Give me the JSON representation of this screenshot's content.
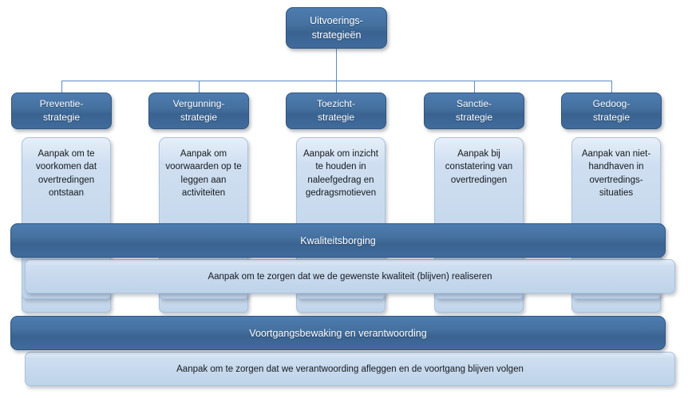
{
  "diagram": {
    "title": "Uitvoerings-strategieën",
    "root": {
      "label": "Uitvoerings-\nstrategieën"
    },
    "columns": [
      {
        "head": "Preventie-\nstrategie",
        "body": "Aanpak om te voorkomen dat overtredingen ontstaan"
      },
      {
        "head": "Vergunning-\nstrategie",
        "body": "Aanpak om voorwaarden op te leggen aan activiteiten"
      },
      {
        "head": "Toezicht-\nstrategie",
        "body": "Aanpak om inzicht te houden in naleefgedrag en gedragsmotieven"
      },
      {
        "head": "Sanctie-\nstrategie",
        "body": "Aanpak bij constatering van overtredingen"
      },
      {
        "head": "Gedoog-\nstrategie",
        "body": "Aanpak van niet-handhaven in overtredings-situaties"
      }
    ],
    "bands": [
      {
        "title": "Kwaliteitsborging",
        "subtitle": "Aanpak om te zorgen dat we de gewenste kwaliteit (blijven) realiseren"
      },
      {
        "title": "Voortgangsbewaking en verantwoording",
        "subtitle": "Aanpak om te zorgen dat we verantwoording afleggen en de voortgang blijven volgen"
      }
    ],
    "colors": {
      "dark_blue": "#3F6A9B",
      "light_blue": "#C6D8EC",
      "connector": "#5B8CC4",
      "text_light": "#FFFFFF",
      "text_dark": "#15191E",
      "background": "#FFFFFF"
    }
  }
}
